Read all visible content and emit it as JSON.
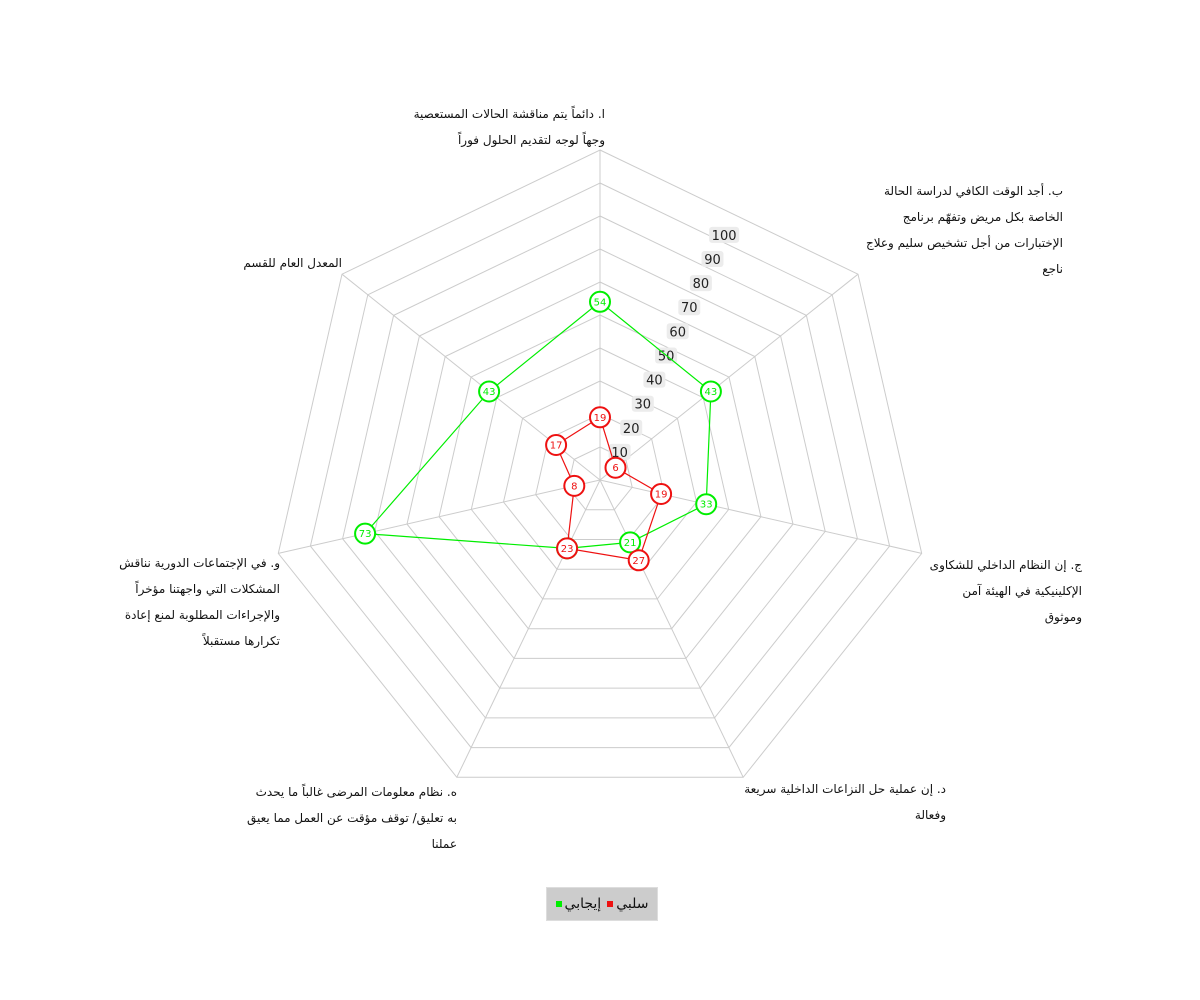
{
  "chart_data": {
    "type": "radar",
    "axes": [
      "ا. دائماً يتم مناقشة الحالات المستعصية وجهاً لوجه لتقديم الحلول فوراً",
      "ب. أجد الوقت الكافي لدراسة الحالة الخاصة بكل مريض وتفهّم برنامج الإختبارات من أجل تشخيص سليم وعلاج ناجع",
      "ج. إن النظام الداخلي للشكاوى الإكلينيكية في الهيئة آمن وموثوق",
      "د. إن عملية حل النزاعات الداخلية سريعة وفعالة",
      "ه. نظام معلومات المرضى غالباً ما يحدث به تعليق/ توقف مؤقت عن العمل مما يعيق عملنا",
      "و. في الإجتماعات الدورية نناقش المشكلات التي واجهتنا مؤخراً والإجراءات المطلوبة لمنع إعادة تكرارها مستقبلاً",
      "المعدل العام للقسم"
    ],
    "rmin": 0,
    "rmax": 100,
    "ticks": [
      "10",
      "20",
      "30",
      "40",
      "50",
      "60",
      "70",
      "80",
      "90",
      "100"
    ],
    "series": [
      {
        "name": "إيجابي",
        "color": "#00ee00",
        "values": [
          54,
          43,
          33,
          21,
          23,
          73,
          43
        ]
      },
      {
        "name": "سلبي",
        "color": "#ee1111",
        "values": [
          19,
          6,
          19,
          27,
          23,
          8,
          17
        ]
      }
    ],
    "legend_position": "bottom",
    "grid": true
  },
  "colors": {
    "grid": "#cccccc",
    "positive": "#00ee00",
    "negative": "#ee1111"
  }
}
